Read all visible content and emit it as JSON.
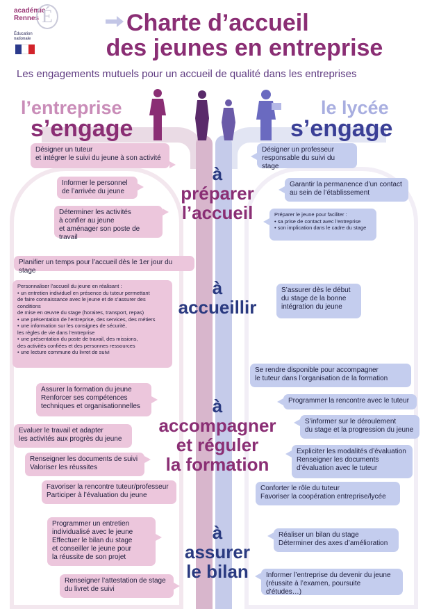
{
  "logo": {
    "academie": "académie",
    "rennes": "Rennes",
    "letter": "É",
    "education": "Éducation nationale",
    "flag_colors": [
      "#2b3a8c",
      "#ffffff",
      "#d2232a"
    ]
  },
  "header": {
    "title_line1": "Charte d’accueil",
    "title_line2": "des jeunes en entreprise",
    "subtitle": "Les engagements mutuels pour un accueil de qualité dans les entreprises"
  },
  "columns": {
    "left_top": "l’entreprise",
    "left_bottom": "s’engage",
    "right_top": "le lycée",
    "right_bottom": "s’engage"
  },
  "colors": {
    "entreprise": "#8a2e74",
    "lycee": "#2a3a80",
    "pink_box": "#ecc6dc",
    "blue_box": "#c4cdee"
  },
  "sections": {
    "preparer": [
      "à",
      "préparer",
      "l’accueil"
    ],
    "accueillir": [
      "à",
      "accueillir"
    ],
    "accompagner": [
      "à",
      "accompagner",
      "et réguler",
      "la formation"
    ],
    "bilan": [
      "à",
      "assurer",
      "le bilan"
    ]
  },
  "entreprise": {
    "b1": [
      "Désigner un tuteur",
      "et intégrer le suivi du jeune à son activité"
    ],
    "b2": [
      "Informer le personnel",
      "de l’arrivée du jeune"
    ],
    "b3": [
      "Déterminer les activités",
      "à confier au jeune",
      "et aménager son poste de travail"
    ],
    "b4": [
      "Planifier un temps pour l’accueil dès le 1er jour du stage"
    ],
    "b5_header": "Personnaliser l’accueil du jeune en réalisant :",
    "b5": [
      "• un entretien individuel en présence du tuteur permettant",
      "de faire connaissance avec le jeune et de s’assurer des conditions",
      "de mise en œuvre du stage (horaires, transport, repas)",
      "• une présentation de l’entreprise, des services, des métiers",
      "• une information sur les consignes de sécurité,",
      "les règles de vie dans l’entreprise",
      "• une présentation du poste de travail, des missions,",
      "des activités confiées et des personnes ressources",
      "• une lecture commune du livret de suivi"
    ],
    "b6": [
      "Assurer la formation du jeune",
      "Renforcer ses compétences",
      "techniques et organisationnelles"
    ],
    "b7": [
      "Evaluer le travail et adapter",
      "les activités aux progrès du jeune"
    ],
    "b8": [
      "Renseigner les documents de suivi",
      "Valoriser les réussites"
    ],
    "b9": [
      "Favoriser la rencontre tuteur/professeur",
      "Participer à l’évaluation du jeune"
    ],
    "b10": [
      "Programmer un entretien",
      "individualisé avec le jeune",
      "Effectuer le bilan du stage",
      "et conseiller le jeune pour",
      "la réussite de son projet"
    ],
    "b11": [
      "Renseigner l’attestation de stage",
      "du livret de suivi"
    ]
  },
  "lycee": {
    "b1": [
      "Désigner un professeur",
      "responsable du suivi du stage"
    ],
    "b2": [
      "Garantir la permanence d’un contact",
      "au sein de l’établissement"
    ],
    "b3_header": "Préparer le jeune pour faciliter :",
    "b3": [
      "• sa prise de contact avec l’entreprise",
      "• son implication dans le cadre du stage"
    ],
    "b4": [
      "S’assurer dès le début",
      "du stage de la bonne",
      "intégration du jeune"
    ],
    "b5": [
      "Se rendre disponible pour accompagner",
      "le tuteur dans l’organisation de la formation"
    ],
    "b6": [
      "Programmer la rencontre avec le tuteur"
    ],
    "b7": [
      "S’informer sur le déroulement",
      "du stage et la progression du jeune"
    ],
    "b8": [
      "Expliciter les modalités d’évaluation",
      "Renseigner les documents",
      "d’évaluation avec le tuteur"
    ],
    "b9": [
      "Conforter le rôle du tuteur",
      "Favoriser la coopération entreprise/lycée"
    ],
    "b10": [
      "Réaliser un bilan du stage",
      "Déterminer des axes d’amélioration"
    ],
    "b11": [
      "Informer l’entreprise du devenir du jeune",
      "(réussite à l’examen, poursuite d’études…)"
    ]
  }
}
